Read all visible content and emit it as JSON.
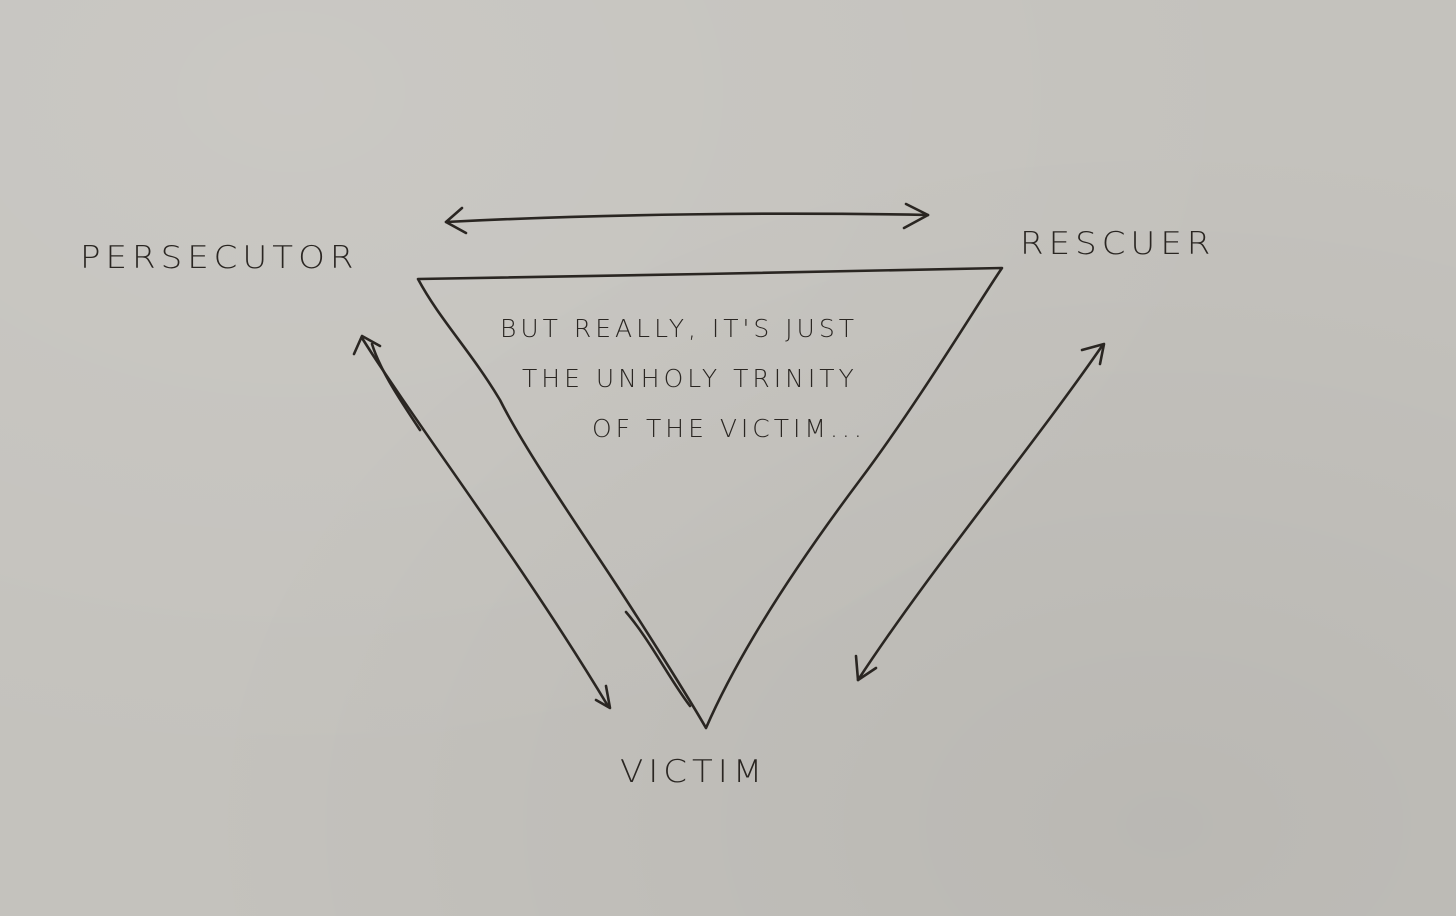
{
  "diagram": {
    "nodes": {
      "persecutor": "PERSECUTOR",
      "rescuer": "RESCUER",
      "victim": "VICTIM"
    },
    "note": {
      "line1": "BUT REALLY, IT'S JUST",
      "line2": "THE UNHOLY TRINITY",
      "line3": "OF THE VICTIM..."
    },
    "edges": [
      {
        "from": "persecutor",
        "to": "rescuer",
        "type": "double-arrow"
      },
      {
        "from": "persecutor",
        "to": "victim",
        "type": "double-arrow"
      },
      {
        "from": "rescuer",
        "to": "victim",
        "type": "double-arrow"
      }
    ],
    "ink_color": "#2a2622",
    "paper_color": "#c4c2bd"
  }
}
